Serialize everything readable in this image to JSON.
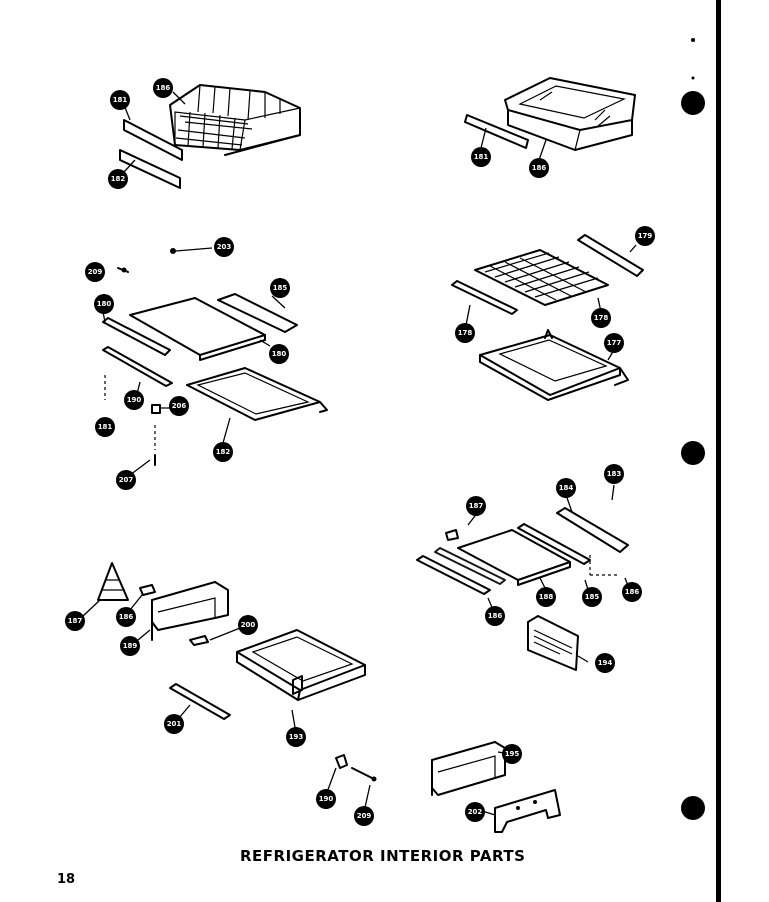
{
  "title": "REFRIGERATOR INTERIOR PARTS",
  "page_number": "18",
  "callouts": {
    "c1": "181",
    "c2": "186",
    "c3": "182",
    "c4": "181",
    "c5": "186",
    "c6": "203",
    "c7": "209",
    "c8": "180",
    "c9": "185",
    "c10": "180",
    "c11": "190",
    "c12": "206",
    "c13": "181",
    "c14": "182",
    "c15": "207",
    "c16": "179",
    "c17": "178",
    "c18": "178",
    "c19": "177",
    "c20": "187",
    "c21": "184",
    "c22": "183",
    "c23": "188",
    "c24": "185",
    "c25": "186",
    "c26": "186",
    "c27": "194",
    "c28": "187",
    "c29": "186",
    "c30": "189",
    "c31": "200",
    "c32": "201",
    "c33": "193",
    "c34": "195",
    "c35": "190",
    "c36": "209",
    "c37": "202"
  }
}
